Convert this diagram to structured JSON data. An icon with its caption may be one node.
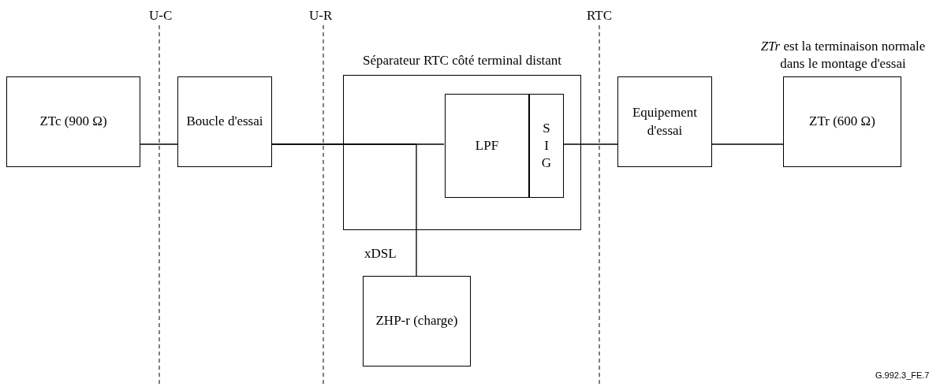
{
  "diagram": {
    "nodes": [
      {
        "text": [
          "ZTc (900 Ω)"
        ]
      },
      {
        "text": [
          "Boucle d'essai"
        ]
      },
      {
        "text": [
          "Séparateur RTC côté terminal distant"
        ]
      },
      {
        "text": [
          "LPF"
        ],
        "in": 2
      },
      {
        "text": [
          "SIG"
        ],
        "in": 2
      },
      {
        "text": [
          "ZHP-r (charge)"
        ]
      },
      {
        "text": [
          "Equipement d'essai"
        ]
      },
      {
        "text": [
          "ZTr (600 Ω)"
        ],
        "beside": [
          "*ZTr* est la terminaison normale dans le montage d'essai"
        ]
      }
    ],
    "edges": [
      {
        "from": 0,
        "to": 1,
        "arrow": "none"
      },
      {
        "from": 1,
        "to": 3,
        "arrow": "none"
      },
      {
        "from": 1,
        "to": 5,
        "arrow": "none",
        "label": "xDSL"
      },
      {
        "from": 4,
        "to": 6,
        "arrow": "none"
      },
      {
        "from": 6,
        "to": 7,
        "arrow": "none"
      }
    ],
    "labels": [
      "U-C",
      "U-R",
      "RTC",
      "G.992.3_FE.7"
    ]
  }
}
